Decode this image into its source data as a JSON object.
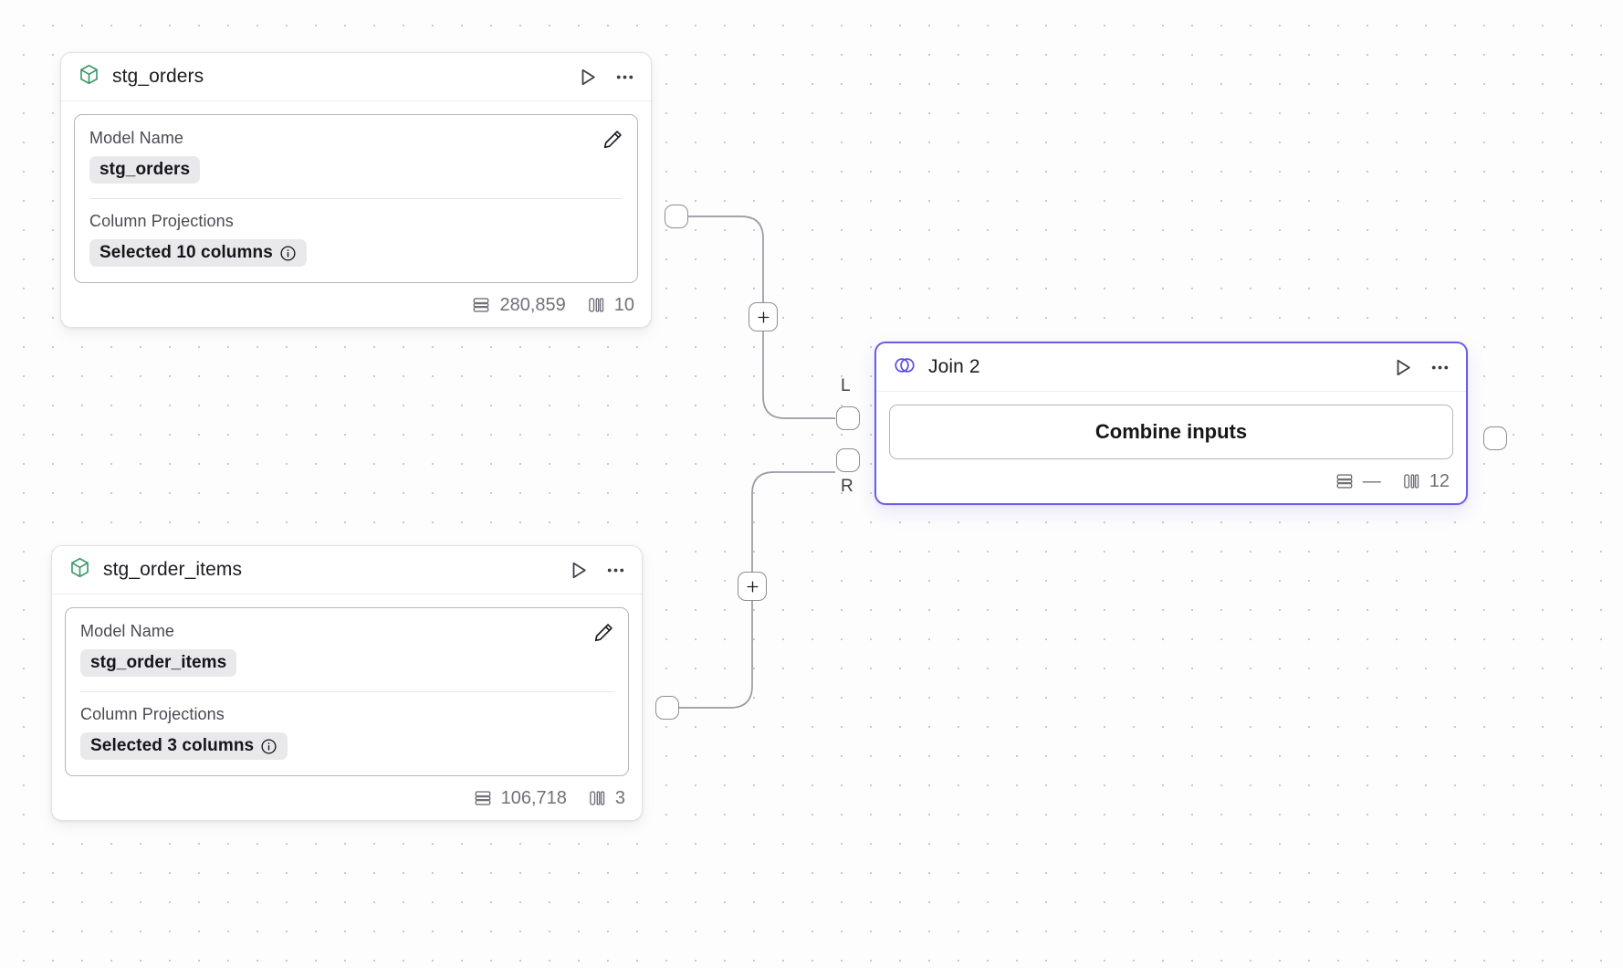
{
  "canvas": {
    "background": "#fdfdfd",
    "grid_dot_color": "#c9c9cf",
    "grid_spacing": 32
  },
  "colors": {
    "model_icon_green": "#3e9a6d",
    "join_icon_purple": "#5b4ee0",
    "selected_border_purple": "#6c5ce7",
    "edge_stroke": "#9a9aa2",
    "chip_background": "#e9e9eb",
    "muted_text": "#70707a"
  },
  "nodes": [
    {
      "id": "stg_orders",
      "type": "model",
      "icon": "cube-icon",
      "title": "stg_orders",
      "selected": false,
      "actions": {
        "run": "run-icon",
        "more": "more-options-icon",
        "edit": "edit-pencil-icon"
      },
      "fields": [
        {
          "label": "Model Name",
          "value": "stg_orders",
          "has_info": false
        },
        {
          "label": "Column Projections",
          "value": "Selected 10 columns",
          "has_info": true,
          "info_icon": "info-icon"
        }
      ],
      "footer": {
        "rows_icon": "rows-icon",
        "rows": "280,859",
        "columns_icon": "columns-icon",
        "columns": "10"
      }
    },
    {
      "id": "stg_order_items",
      "type": "model",
      "icon": "cube-icon",
      "title": "stg_order_items",
      "selected": false,
      "actions": {
        "run": "run-icon",
        "more": "more-options-icon",
        "edit": "edit-pencil-icon"
      },
      "fields": [
        {
          "label": "Model Name",
          "value": "stg_order_items",
          "has_info": false
        },
        {
          "label": "Column Projections",
          "value": "Selected 3 columns",
          "has_info": true,
          "info_icon": "info-icon"
        }
      ],
      "footer": {
        "rows_icon": "rows-icon",
        "rows": "106,718",
        "columns_icon": "columns-icon",
        "columns": "3"
      }
    },
    {
      "id": "join_2",
      "type": "join",
      "icon": "venn-join-icon",
      "title": "Join 2",
      "selected": true,
      "actions": {
        "run": "run-icon",
        "more": "more-options-icon"
      },
      "button_label": "Combine inputs",
      "input_ports": [
        {
          "label": "L",
          "name": "left-input-port"
        },
        {
          "label": "R",
          "name": "right-input-port"
        }
      ],
      "footer": {
        "rows_icon": "rows-icon",
        "rows": "—",
        "columns_icon": "columns-icon",
        "columns": "12"
      }
    }
  ],
  "edge_buttons": [
    {
      "name": "add-node-on-edge-top",
      "label": "+"
    },
    {
      "name": "add-node-on-edge-bottom",
      "label": "+"
    }
  ]
}
